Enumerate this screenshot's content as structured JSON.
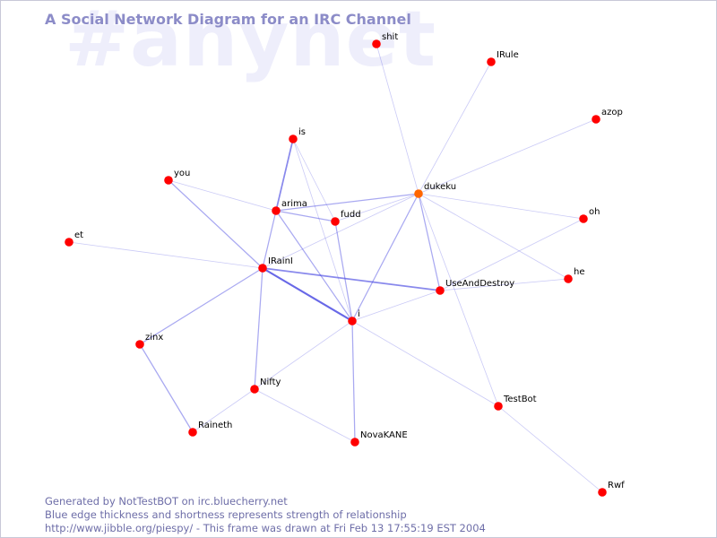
{
  "watermark": "#anynet",
  "title": "A Social Network Diagram for an IRC Channel",
  "colors": {
    "node": "#ff0000",
    "node_highlight": "#ff6600",
    "edge": "#4040e0",
    "title": "#8c8cc8",
    "footer": "#6e6ea8",
    "watermark": "#eeeefb"
  },
  "nodes": [
    {
      "id": "shit",
      "label": "shit"
    },
    {
      "id": "IRule",
      "label": "IRule"
    },
    {
      "id": "azop",
      "label": "azop"
    },
    {
      "id": "is",
      "label": "is"
    },
    {
      "id": "you",
      "label": "you"
    },
    {
      "id": "dukeku",
      "label": "dukeku",
      "highlight": true
    },
    {
      "id": "arima",
      "label": "arima"
    },
    {
      "id": "fudd",
      "label": "fudd"
    },
    {
      "id": "oh",
      "label": "oh"
    },
    {
      "id": "et",
      "label": "et"
    },
    {
      "id": "IRainI",
      "label": "IRainI"
    },
    {
      "id": "he",
      "label": "he"
    },
    {
      "id": "UseAndDestroy",
      "label": "UseAndDestroy"
    },
    {
      "id": "i",
      "label": "i"
    },
    {
      "id": "zinx",
      "label": "zinx"
    },
    {
      "id": "Nifty",
      "label": "Nifty"
    },
    {
      "id": "TestBot",
      "label": "TestBot"
    },
    {
      "id": "Raineth",
      "label": "Raineth"
    },
    {
      "id": "NovaKANE",
      "label": "NovaKANE"
    },
    {
      "id": "Rwf",
      "label": "Rwf"
    }
  ],
  "edges": [
    {
      "from": "shit",
      "to": "dukeku",
      "strength": 1
    },
    {
      "from": "IRule",
      "to": "dukeku",
      "strength": 1
    },
    {
      "from": "azop",
      "to": "dukeku",
      "strength": 1
    },
    {
      "from": "is",
      "to": "arima",
      "strength": 3
    },
    {
      "from": "is",
      "to": "fudd",
      "strength": 1
    },
    {
      "from": "is",
      "to": "i",
      "strength": 1
    },
    {
      "from": "you",
      "to": "arima",
      "strength": 1
    },
    {
      "from": "you",
      "to": "IRainI",
      "strength": 2
    },
    {
      "from": "dukeku",
      "to": "arima",
      "strength": 2
    },
    {
      "from": "dukeku",
      "to": "fudd",
      "strength": 1
    },
    {
      "from": "dukeku",
      "to": "IRainI",
      "strength": 1
    },
    {
      "from": "dukeku",
      "to": "UseAndDestroy",
      "strength": 2
    },
    {
      "from": "dukeku",
      "to": "i",
      "strength": 2
    },
    {
      "from": "dukeku",
      "to": "oh",
      "strength": 1
    },
    {
      "from": "dukeku",
      "to": "he",
      "strength": 1
    },
    {
      "from": "dukeku",
      "to": "TestBot",
      "strength": 1
    },
    {
      "from": "arima",
      "to": "fudd",
      "strength": 2
    },
    {
      "from": "arima",
      "to": "IRainI",
      "strength": 2
    },
    {
      "from": "arima",
      "to": "i",
      "strength": 2
    },
    {
      "from": "fudd",
      "to": "i",
      "strength": 2
    },
    {
      "from": "et",
      "to": "IRainI",
      "strength": 1
    },
    {
      "from": "IRainI",
      "to": "i",
      "strength": 4
    },
    {
      "from": "IRainI",
      "to": "UseAndDestroy",
      "strength": 3
    },
    {
      "from": "IRainI",
      "to": "zinx",
      "strength": 2
    },
    {
      "from": "IRainI",
      "to": "Nifty",
      "strength": 2
    },
    {
      "from": "i",
      "to": "UseAndDestroy",
      "strength": 1
    },
    {
      "from": "i",
      "to": "Nifty",
      "strength": 1
    },
    {
      "from": "i",
      "to": "NovaKANE",
      "strength": 2
    },
    {
      "from": "i",
      "to": "TestBot",
      "strength": 1
    },
    {
      "from": "UseAndDestroy",
      "to": "oh",
      "strength": 1
    },
    {
      "from": "UseAndDestroy",
      "to": "he",
      "strength": 1
    },
    {
      "from": "zinx",
      "to": "Raineth",
      "strength": 2
    },
    {
      "from": "Nifty",
      "to": "Raineth",
      "strength": 1
    },
    {
      "from": "Nifty",
      "to": "NovaKANE",
      "strength": 1
    },
    {
      "from": "TestBot",
      "to": "Rwf",
      "strength": 1
    }
  ],
  "footer": {
    "line1": "Generated by NotTestBOT on irc.bluecherry.net",
    "line2": "Blue edge thickness and shortness represents strength of relationship",
    "line3": "http://www.jibble.org/piespy/ - This frame was drawn at Fri Feb 13 17:55:19 EST 2004"
  }
}
